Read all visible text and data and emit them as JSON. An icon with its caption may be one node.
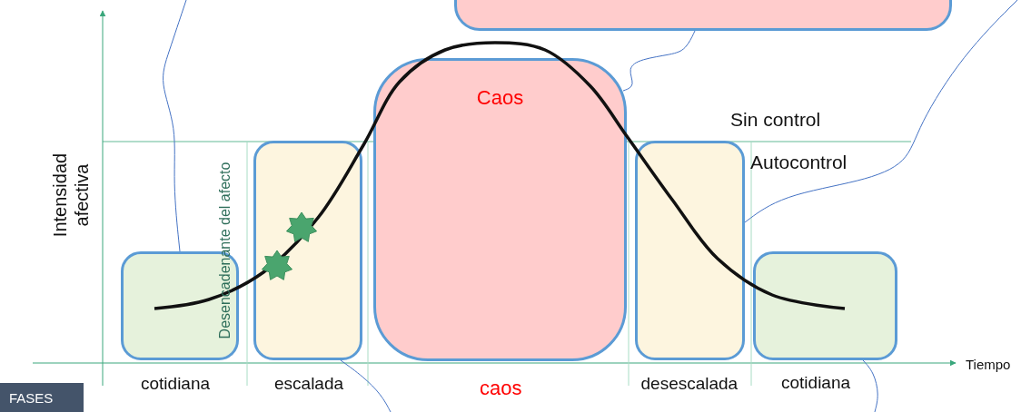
{
  "diagram": {
    "nodes": [
      {
        "text": [],
        "shape": "box"
      },
      {
        "text": [],
        "shape": "box"
      },
      {
        "text": [],
        "shape": "box"
      },
      {
        "text": [
          "Caos"
        ]
      },
      {
        "text": [],
        "shape": "box"
      },
      {
        "text": [],
        "shape": "box"
      },
      {
        "text": [
          "FASES"
        ]
      }
    ],
    "edges": [
      {
        "from": 0,
        "to": 3,
        "arrow": "none"
      },
      {
        "from": null,
        "to": 1,
        "arrow": "none"
      },
      {
        "from": null,
        "to": 4,
        "arrow": "none"
      },
      {
        "from": 2,
        "to": null,
        "arrow": "none"
      },
      {
        "from": 5,
        "to": null,
        "arrow": "none"
      }
    ],
    "labels": [
      "Sin control",
      "Autocontrol",
      "Intensidad afectiva",
      "Desencadenante del afecto",
      "Tiempo",
      "cotidiana",
      "escalada",
      "caos",
      "desescalada",
      "cotidiana"
    ]
  }
}
